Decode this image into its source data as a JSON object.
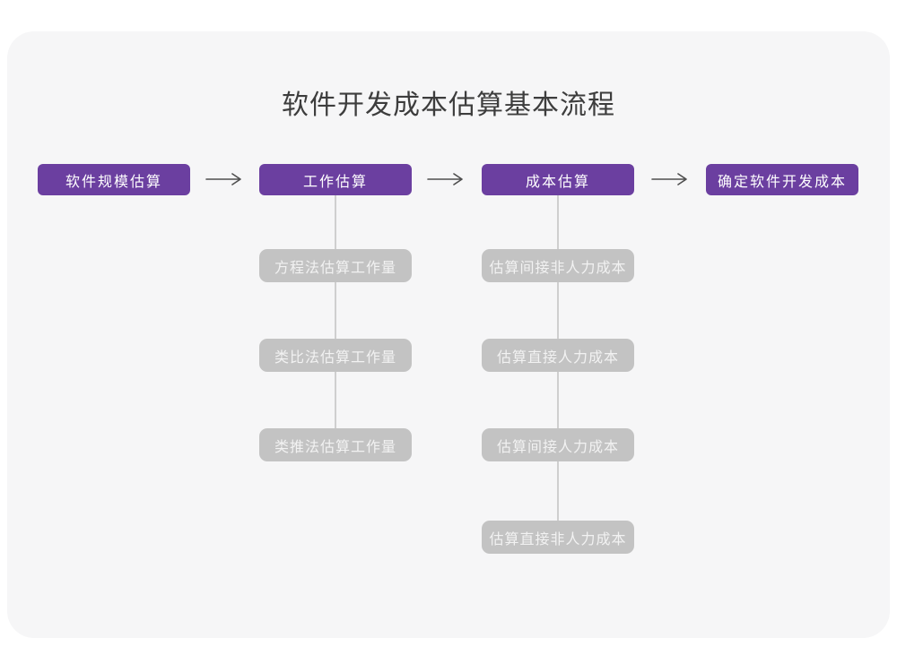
{
  "title": "软件开发成本估算基本流程",
  "flow": {
    "main_steps": [
      {
        "label": "软件规模估算"
      },
      {
        "label": "工作估算"
      },
      {
        "label": "成本估算"
      },
      {
        "label": "确定软件开发成本"
      }
    ],
    "work_substeps": [
      {
        "label": "方程法估算工作量"
      },
      {
        "label": "类比法估算工作量"
      },
      {
        "label": "类推法估算工作量"
      }
    ],
    "cost_substeps": [
      {
        "label": "估算间接非人力成本"
      },
      {
        "label": "估算直接人力成本"
      },
      {
        "label": "估算间接人力成本"
      },
      {
        "label": "估算直接非人力成本"
      }
    ]
  },
  "colors": {
    "primary_node_bg": "#6b3fa0",
    "primary_node_text": "#ffffff",
    "substep_node_bg": "#c3c3c3",
    "substep_node_text": "#f2f2f2",
    "connector": "#cfcfcf",
    "arrow": "#4f4f4f",
    "canvas_bg": "#f6f6f7",
    "page_bg": "#ffffff",
    "title_text": "#3d3d3d"
  }
}
